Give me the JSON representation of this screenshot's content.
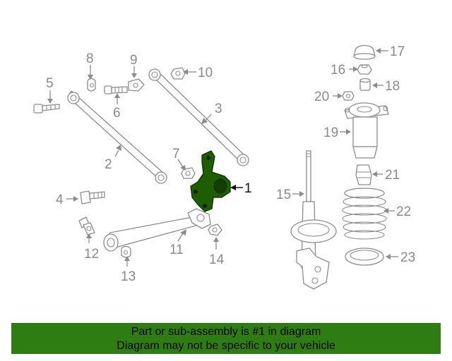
{
  "callouts": {
    "c1": "1",
    "c2": "2",
    "c3": "3",
    "c4": "4",
    "c5": "5",
    "c6": "6",
    "c7": "7",
    "c8": "8",
    "c9": "9",
    "c10": "10",
    "c11": "11",
    "c12": "12",
    "c13": "13",
    "c14": "14",
    "c15": "15",
    "c16": "16",
    "c17": "17",
    "c18": "18",
    "c19": "19",
    "c20": "20",
    "c21": "21",
    "c22": "22",
    "c23": "23"
  },
  "highlight_color": "#1e5e00",
  "banner": {
    "line1": "Part or sub-assembly is #1 in diagram",
    "line2": "Diagram may not be specific to your vehicle",
    "color": "#2e7d12"
  }
}
